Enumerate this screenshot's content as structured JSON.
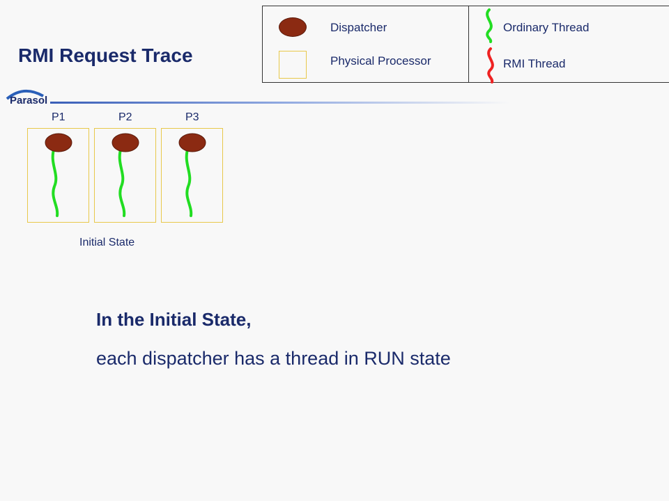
{
  "slide": {
    "title": "RMI Request Trace",
    "logo_text": "Parasol"
  },
  "legend": {
    "dispatcher_label": "Dispatcher",
    "processor_label": "Physical Processor",
    "ordinary_thread_label": "Ordinary Thread",
    "rmi_thread_label": "RMI Thread"
  },
  "diagram": {
    "processors": [
      {
        "label": "P1"
      },
      {
        "label": "P2"
      },
      {
        "label": "P3"
      }
    ],
    "state_label": "Initial State"
  },
  "description": {
    "line1": "In the Initial State,",
    "line2": "each dispatcher has a thread in RUN state"
  },
  "colors": {
    "dispatcher": "#8b2a12",
    "ordinary_thread": "#22dd22",
    "rmi_thread": "#ee2222",
    "processor_border": "#e8c84a",
    "text": "#1a2a6a"
  }
}
